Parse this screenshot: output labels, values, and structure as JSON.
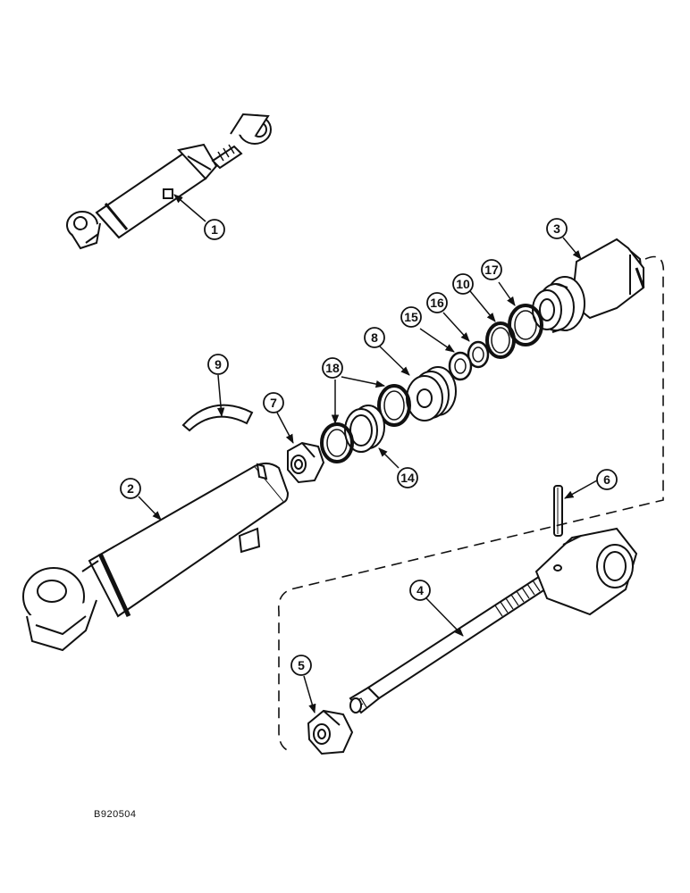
{
  "figure_id": "B920504",
  "callouts": [
    {
      "id": "c1",
      "label": "1"
    },
    {
      "id": "c2",
      "label": "2"
    },
    {
      "id": "c3",
      "label": "3"
    },
    {
      "id": "c4",
      "label": "4"
    },
    {
      "id": "c5",
      "label": "5"
    },
    {
      "id": "c6",
      "label": "6"
    },
    {
      "id": "c7",
      "label": "7"
    },
    {
      "id": "c8",
      "label": "8"
    },
    {
      "id": "c9",
      "label": "9"
    },
    {
      "id": "c10",
      "label": "10"
    },
    {
      "id": "c14",
      "label": "14"
    },
    {
      "id": "c15",
      "label": "15"
    },
    {
      "id": "c16",
      "label": "16"
    },
    {
      "id": "c17",
      "label": "17"
    },
    {
      "id": "c18",
      "label": "18"
    }
  ]
}
